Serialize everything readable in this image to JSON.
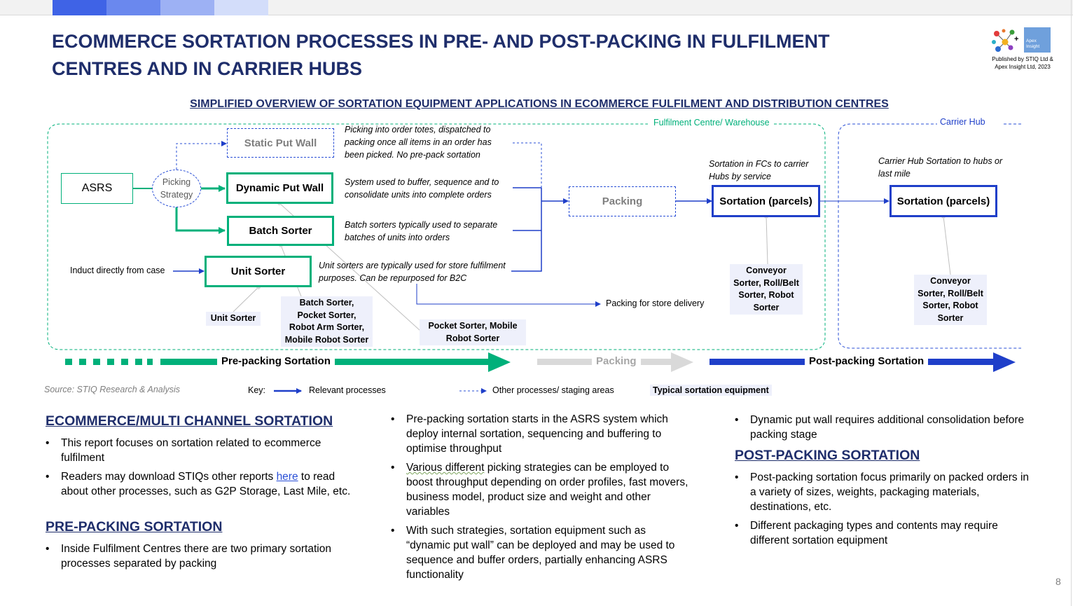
{
  "header": {
    "title": "ECOMMERCE SORTATION PROCESSES IN PRE- AND POST-PACKING IN FULFILMENT CENTRES AND IN CARRIER HUBS",
    "logo_plus": "+",
    "logo_text": "Apex Insight",
    "publisher_line1": "Published by STIQ Ltd &",
    "publisher_line2": "Apex Insight Ltd, 2023"
  },
  "diagram": {
    "subtitle": "SIMPLIFIED OVERVIEW OF SORTATION EQUIPMENT APPLICATIONS IN ECOMMERCE FULFILMENT AND DISTRIBUTION CENTRES",
    "fc_label": "Fulfilment Centre/ Warehouse",
    "hub_label": "Carrier Hub",
    "asrs": "ASRS",
    "picking_strategy_1": "Picking",
    "picking_strategy_2": "Strategy",
    "static_put_wall": "Static Put Wall",
    "dynamic_put_wall": "Dynamic Put Wall",
    "batch_sorter": "Batch Sorter",
    "unit_sorter": "Unit Sorter",
    "packing": "Packing",
    "sortation_fc": "Sortation (parcels)",
    "sortation_hub": "Sortation (parcels)",
    "induct_label": "Induct directly from case",
    "packing_store_label": "Packing for store delivery",
    "notes": {
      "static": "Picking into order totes, dispatched to packing once all items in an order has been picked. No pre-pack sortation",
      "dynamic": "System used to buffer, sequence and to consolidate units into complete orders",
      "batch": "Batch sorters typically used to separate batches of units into orders",
      "unit": "Unit sorters are typically used for store fulfilment purposes. Can be repurposed for B2C",
      "fc_sort": "Sortation in FCs to carrier Hubs by service",
      "hub_sort": "Carrier Hub Sortation to hubs or last mile"
    },
    "equipment": {
      "unit": "Unit Sorter",
      "batch": "Batch Sorter, Pocket Sorter, Robot Arm Sorter, Mobile Robot Sorter",
      "dynamic": "Pocket Sorter, Mobile Robot Sorter",
      "fc": "Conveyor Sorter, Roll/Belt Sorter, Robot Sorter",
      "hub": "Conveyor Sorter, Roll/Belt Sorter, Robot Sorter"
    },
    "stages": {
      "pre": "Pre-packing Sortation",
      "packing": "Packing",
      "post": "Post-packing Sortation"
    },
    "source": "Source: STIQ Research & Analysis",
    "key": {
      "label": "Key:",
      "relevant": "Relevant processes",
      "other": "Other processes/ staging areas",
      "equipment": "Typical sortation equipment"
    }
  },
  "text_sections": {
    "ecommerce_heading": "ECOMMERCE/MULTI CHANNEL SORTATION",
    "ecommerce_b1": "This report focuses on sortation related to ecommerce fulfilment",
    "ecommerce_b2_pre": "Readers may download STIQs other reports ",
    "ecommerce_b2_link": "here",
    "ecommerce_b2_post": " to read about other processes, such as G2P Storage, Last Mile, etc.",
    "prepack_heading": "PRE-PACKING SORTATION",
    "prepack_b1": "Inside Fulfilment Centres there are two primary sortation processes separated by packing",
    "mid_b1": "Pre-packing sortation starts in the ASRS system which deploy internal sortation, sequencing and buffering to optimise throughput",
    "mid_b2_squig": "Various different",
    "mid_b2_rest": " picking strategies can be employed to boost throughput depending on order profiles, fast movers, business model, product size and weight and other variables",
    "mid_b3": "With such strategies, sortation equipment such as “dynamic put wall” can be deployed and may be used to sequence and buffer orders, partially enhancing ASRS functionality",
    "right_b1": "Dynamic put wall requires additional consolidation before packing stage",
    "postpack_heading": "POST-PACKING SORTATION",
    "post_b1": "Post-packing sortation focus primarily on packed orders in a variety of sizes, weights, packaging materials, destinations, etc.",
    "post_b2": "Different packaging types and contents may require different sortation equipment"
  },
  "page_number": "8",
  "colors": {
    "navy": "#1f2e6b",
    "green": "#00b07a",
    "blue": "#1f3fc9",
    "grey_arrow": "#d9d9d9",
    "equip_bg": "#eef0fb"
  }
}
